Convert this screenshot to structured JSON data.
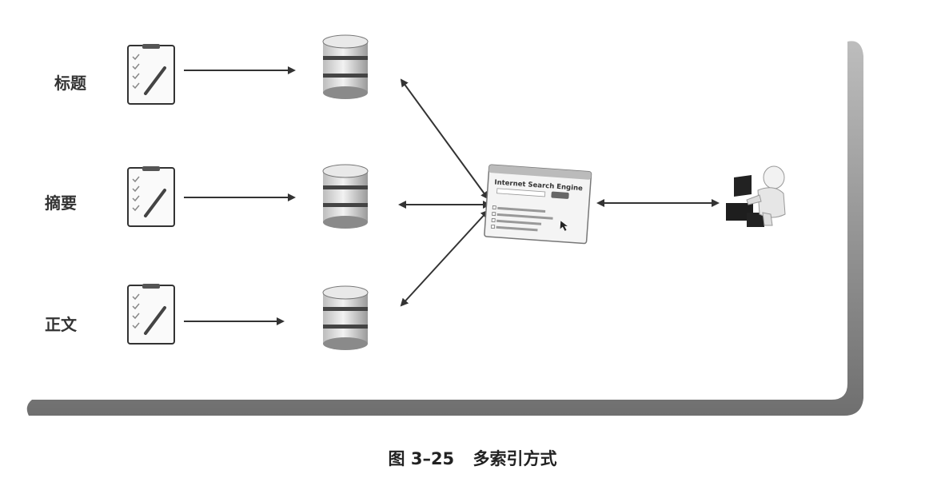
{
  "diagram": {
    "rows": [
      {
        "label": "标题"
      },
      {
        "label": "摘要"
      },
      {
        "label": "正文"
      }
    ],
    "search_window": {
      "title": "Internet Search Engine"
    }
  },
  "caption": {
    "figure_number": "图 3–25",
    "title": "多索引方式"
  },
  "colors": {
    "arrow": "#333333",
    "frame": "#777777",
    "db_body": "#d9d9d9",
    "db_band": "#444444"
  }
}
